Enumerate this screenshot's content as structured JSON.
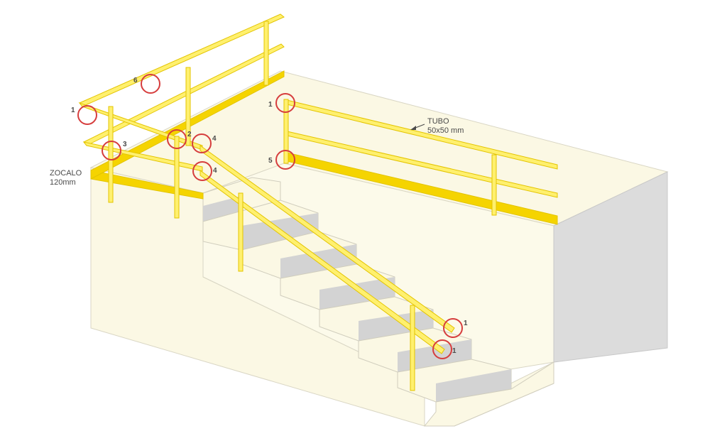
{
  "labels": {
    "zocalo": "ZOCALO",
    "zocalo_size": "120mm",
    "tubo": "TUBO",
    "tubo_size": "50x50 mm"
  },
  "callouts": [
    {
      "id": "c-left-1",
      "number": "1"
    },
    {
      "id": "c-top-6",
      "number": "6"
    },
    {
      "id": "c-left-3",
      "number": "3"
    },
    {
      "id": "c-mid-2",
      "number": "2"
    },
    {
      "id": "c-mid-4a",
      "number": "4"
    },
    {
      "id": "c-mid-4b",
      "number": "4"
    },
    {
      "id": "c-back-1",
      "number": "1"
    },
    {
      "id": "c-back-5",
      "number": "5"
    },
    {
      "id": "c-bottom-1a",
      "number": "1"
    },
    {
      "id": "c-bottom-1b",
      "number": "1"
    }
  ],
  "colors": {
    "wall": "#fbf8e4",
    "wall_edge": "#d9d6c4",
    "side_shadow": "#dcdcdc",
    "step_riser": "#d3d3d3",
    "rail": "#fff06e",
    "rail_edge": "#e3c400",
    "kick_plate": "#f5d400",
    "callout_ring": "#d63d3d"
  }
}
